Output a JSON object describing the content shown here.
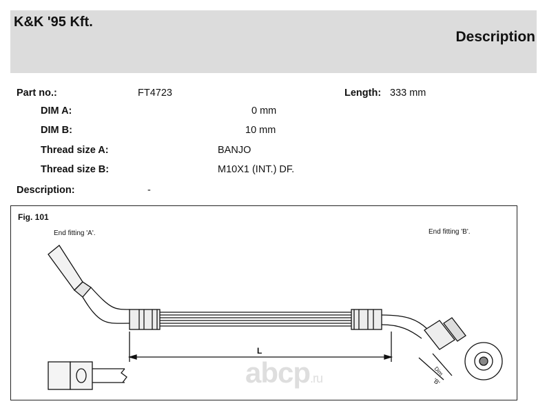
{
  "header": {
    "brand": "K&K '95 Kft.",
    "title": "Description"
  },
  "part": {
    "part_no_label": "Part no.:",
    "part_no": "FT4723",
    "length_label": "Length:",
    "length": "333 mm",
    "dim_a_label": "DIM A:",
    "dim_a": "0 mm",
    "dim_b_label": "DIM B:",
    "dim_b": "10 mm",
    "thread_a_label": "Thread size A:",
    "thread_a": "BANJO",
    "thread_b_label": "Thread size B:",
    "thread_b": "M10X1 (INT.) DF.",
    "description_label": "Description:",
    "description": "-"
  },
  "figure": {
    "title": "Fig. 101",
    "end_a": "End fitting 'A'.",
    "end_b": "End fitting 'B'.",
    "length_marker": "L",
    "dim_marker": "Dim",
    "b_marker": "'B'"
  },
  "watermark": {
    "text": "abcp",
    "suffix": ".ru"
  }
}
